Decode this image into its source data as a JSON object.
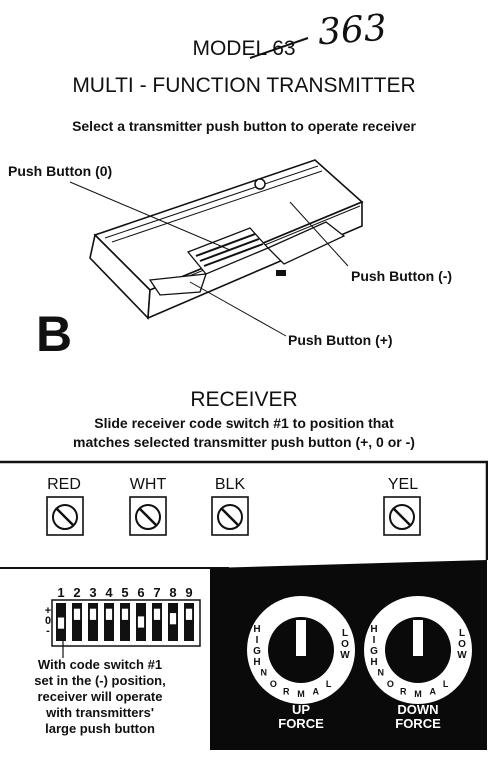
{
  "handwritten_number": "363",
  "transmitter": {
    "model_label": "MODEL 63",
    "title": "MULTI - FUNCTION TRANSMITTER",
    "instruction": "Select a transmitter push button to operate receiver",
    "labels": {
      "push_button_0": "Push Button (0)",
      "push_button_minus": "Push Button (-)",
      "push_button_plus": "Push Button (+)"
    },
    "figure_letter": "B"
  },
  "receiver": {
    "title": "RECEIVER",
    "instruction_line1": "Slide receiver code switch #1 to position that",
    "instruction_line2": "matches selected transmitter push button (+, 0 or -)",
    "terminals": [
      "RED",
      "WHT",
      "BLK",
      "YEL"
    ],
    "dip_switch": {
      "numbers": [
        "1",
        "2",
        "3",
        "4",
        "5",
        "6",
        "7",
        "8",
        "9"
      ],
      "position_labels": [
        "+",
        "0",
        "-"
      ]
    },
    "force_knobs": [
      {
        "name_line1": "UP",
        "name_line2": "FORCE",
        "high": "HIGH",
        "low": "LOW",
        "normal": "NORMAL"
      },
      {
        "name_line1": "DOWN",
        "name_line2": "FORCE",
        "high": "HIGH",
        "low": "LOW",
        "normal": "NORMAL"
      }
    ],
    "caption_lines": [
      "With code switch #1",
      "set in the (-) position,",
      "receiver will operate",
      "with transmitters'",
      "large push button"
    ]
  }
}
